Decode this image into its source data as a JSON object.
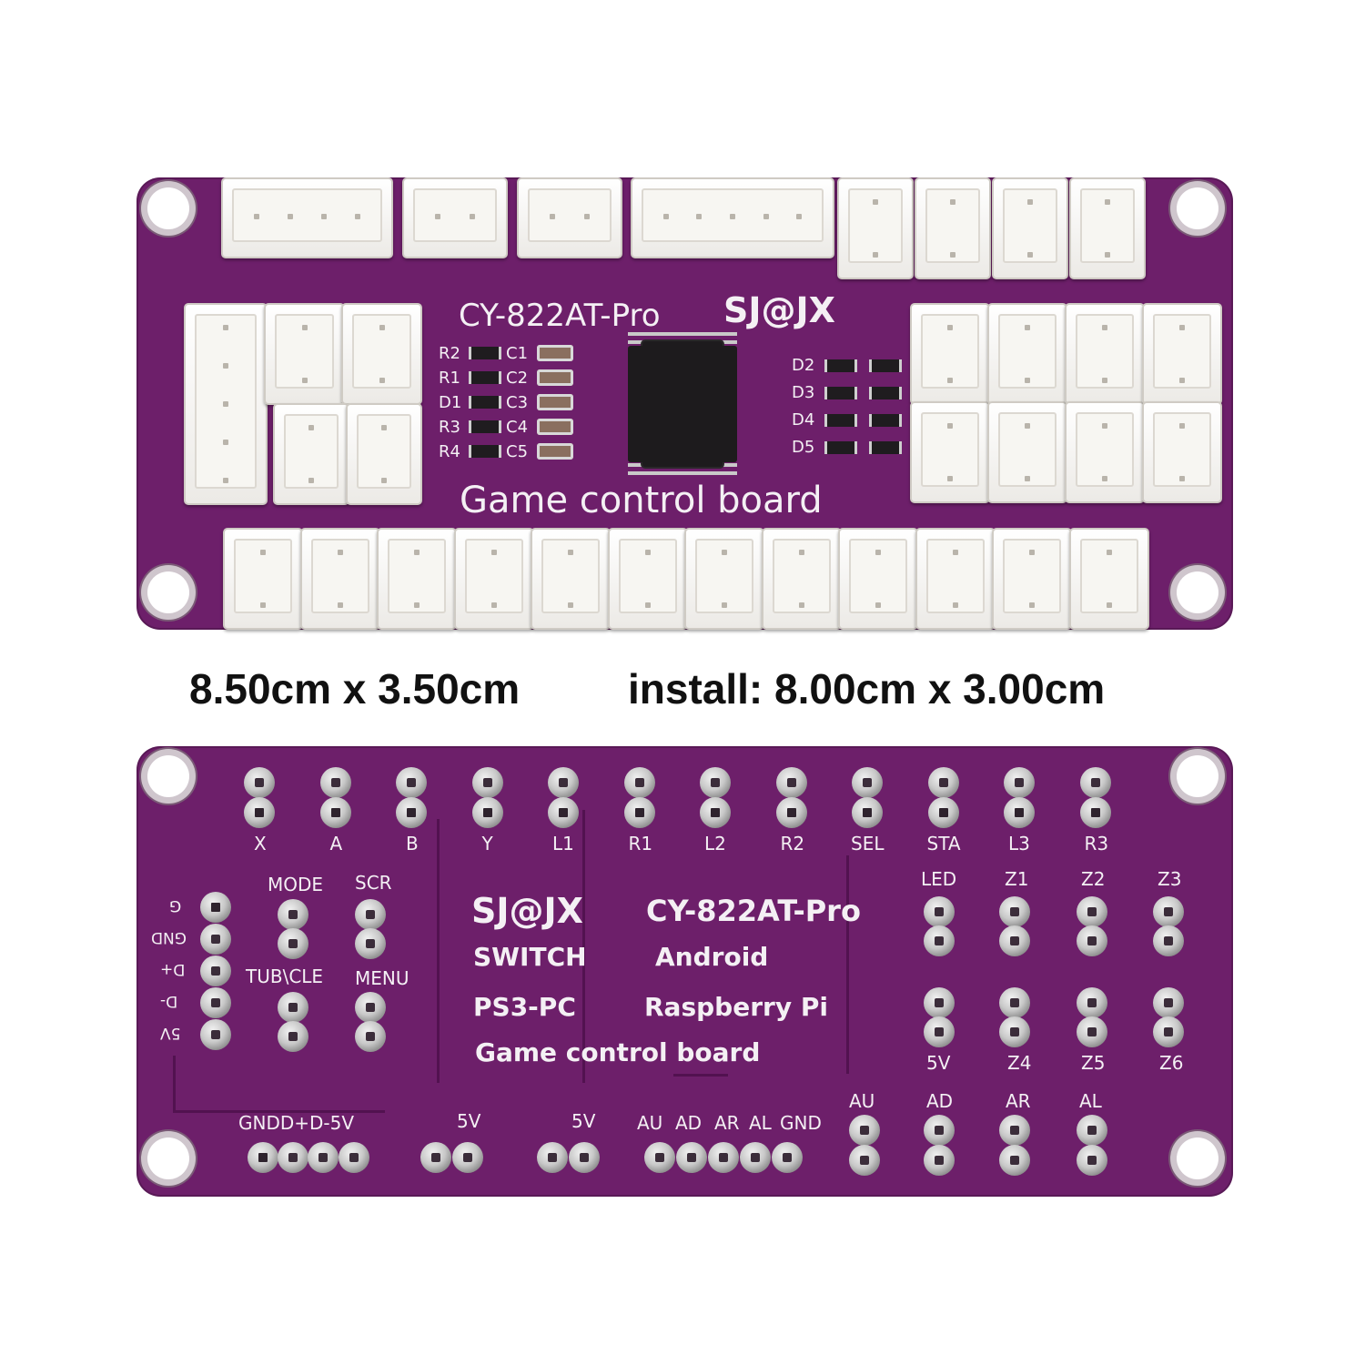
{
  "colors": {
    "pcb": "#6d1f6a",
    "silkscreen": "#f4f0f4",
    "connector": "#f3f2ee",
    "background": "#ffffff"
  },
  "top_board": {
    "model": "CY-822AT-Pro",
    "brand": "SJ@JX",
    "subtitle": "Game control board",
    "left_component_labels": [
      "R2",
      "R1",
      "D1",
      "R3",
      "R4"
    ],
    "cap_labels": [
      "C1",
      "C2",
      "C3",
      "C4",
      "C5"
    ],
    "right_component_labels": [
      "D2",
      "D3",
      "D4",
      "D5"
    ]
  },
  "dimensions": {
    "size": "8.50cm x 3.50cm",
    "install": "install: 8.00cm x 3.00cm"
  },
  "bottom_board": {
    "top_row_labels": [
      "X",
      "A",
      "B",
      "Y",
      "L1",
      "R1",
      "L2",
      "R2",
      "SEL",
      "STA",
      "L3",
      "R3"
    ],
    "left_labels": [
      "G",
      "GND",
      "D+",
      "D-",
      "5V"
    ],
    "mode": "MODE",
    "scr": "SCR",
    "turbo_clear": "TUB\\CLE",
    "menu": "MENU",
    "brand": "SJ@JX",
    "model": "CY-822AT-Pro",
    "platforms": [
      "SWITCH",
      "Android",
      "PS3-PC",
      "Raspberry Pi"
    ],
    "subtitle": "Game control board",
    "right_labels_top": [
      "LED",
      "Z1",
      "Z2",
      "Z3"
    ],
    "right_labels_mid": [
      "5V",
      "Z4",
      "Z5",
      "Z6"
    ],
    "stick_labels": [
      "AU",
      "AD",
      "AR",
      "AL"
    ],
    "bottom_usb_label": "GNDD+D-5V",
    "bottom_5v_a": "5V",
    "bottom_5v_b": "5V",
    "bottom_stick_labels": [
      "AU",
      "AD",
      "AR",
      "AL",
      "GND"
    ]
  }
}
